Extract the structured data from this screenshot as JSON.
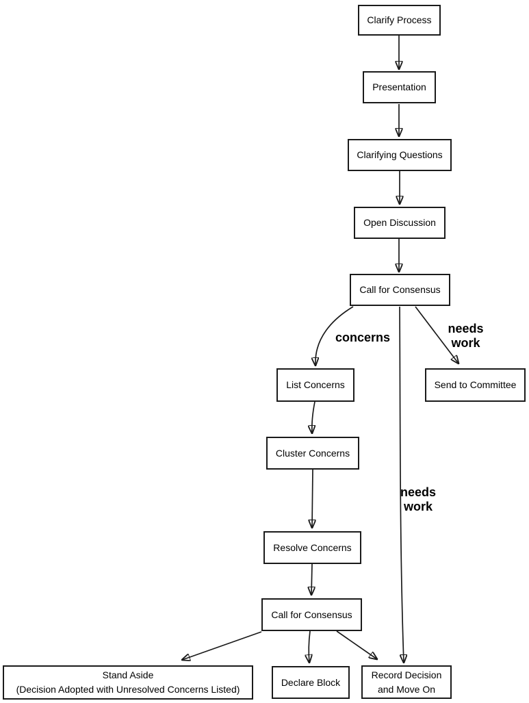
{
  "colors": {
    "background": "#ffffff",
    "node_fill": "#ffffff",
    "node_border": "#1a1a1a",
    "edge_line": "#1a1a1a",
    "text": "#000000"
  },
  "nodes": {
    "clarify_process": "Clarify Process",
    "presentation": "Presentation",
    "clarifying_questions": "Clarifying Questions",
    "open_discussion": "Open Discussion",
    "call_for_consensus_1": "Call for Consensus",
    "list_concerns": "List Concerns",
    "send_to_committee": "Send to Committee",
    "cluster_concerns": "Cluster Concerns",
    "resolve_concerns": "Resolve Concerns",
    "call_for_consensus_2": "Call for Consensus",
    "stand_aside": "Stand Aside\n(Decision Adopted with Unresolved Concerns Listed)",
    "declare_block": "Declare Block",
    "record_decision": "Record Decision\nand Move On"
  },
  "edge_labels": {
    "concerns": "concerns",
    "needs_work_to_committee": "needs\nwork",
    "needs_work_to_record": "needs\nwork"
  }
}
